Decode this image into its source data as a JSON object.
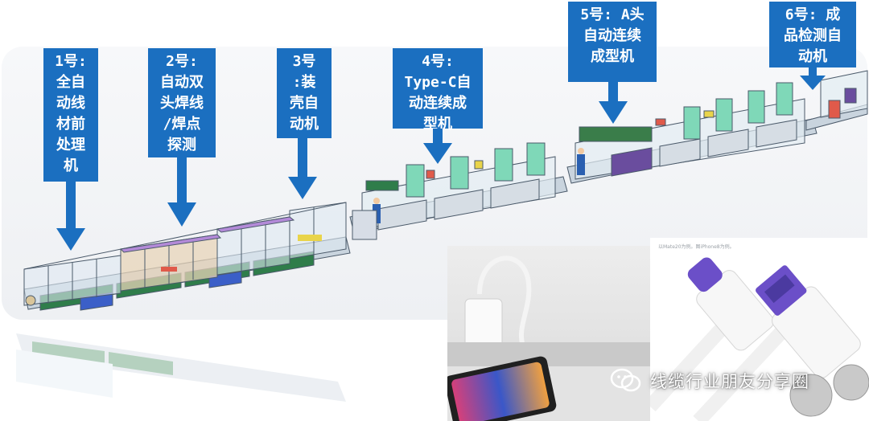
{
  "stations": [
    {
      "id": "1",
      "label": "1号:\n全自\n动线\n材前\n处理\n机"
    },
    {
      "id": "2",
      "label": "2号:\n自动双\n头焊线\n/焊点\n探测"
    },
    {
      "id": "3",
      "label": "3号\n:装\n壳自\n动机"
    },
    {
      "id": "4",
      "label": "4号:\nType-C自\n动连续成\n型机"
    },
    {
      "id": "5",
      "label": "5号: A头\n自动连续\n成型机"
    },
    {
      "id": "6",
      "label": "6号: 成\n品检测自\n动机"
    }
  ],
  "photo_caption": "以Mate20为例。图iPhone8为例。",
  "watermark": {
    "text": "线缆行业朋友分享圈",
    "icon": "wechat-icon"
  },
  "colors": {
    "label_bg": "#1b6fc0",
    "label_text": "#ffffff",
    "machine_green": "#7fd8b8",
    "connector_purple": "#6b4fc8"
  }
}
